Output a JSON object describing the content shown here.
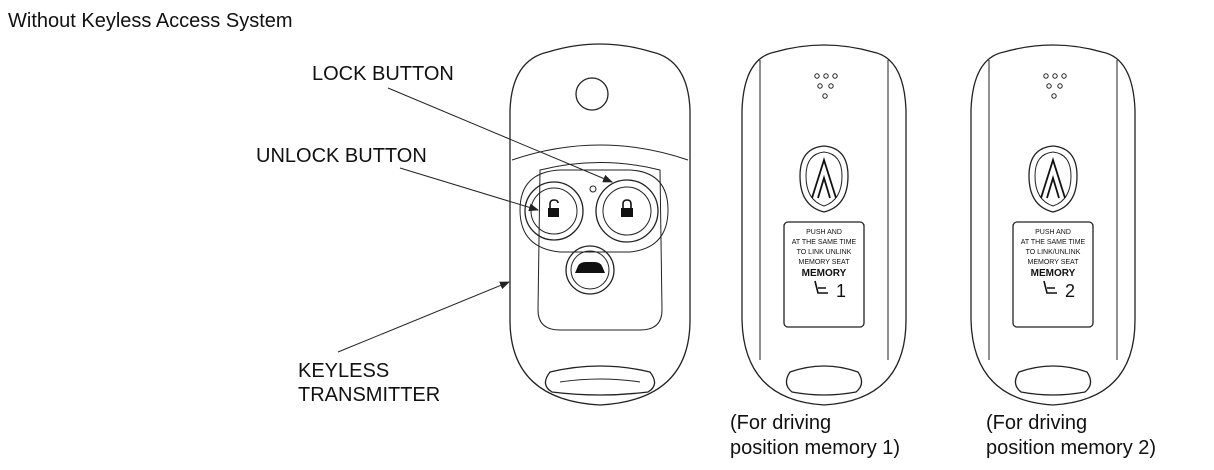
{
  "title": "Without Keyless Access System",
  "callouts": {
    "lock_button": "LOCK BUTTON",
    "unlock_button": "UNLOCK BUTTON",
    "keyless_line1": "KEYLESS",
    "keyless_line2": "TRANSMITTER"
  },
  "back_panels": [
    {
      "label_line1": "PUSH",
      "label_line1b": "AND",
      "label_line2": "AT THE SAME TIME",
      "label_line3": "TO LINK UNLINK",
      "label_line4": "MEMORY SEAT",
      "memory_title": "MEMORY",
      "memory_number": "1",
      "caption_line1": "(For driving",
      "caption_line2": "position memory 1)"
    },
    {
      "label_line1": "PUSH",
      "label_line1b": "AND",
      "label_line2": "AT THE SAME TIME",
      "label_line3": "TO LINK/UNLINK",
      "label_line4": "MEMORY SEAT",
      "memory_title": "MEMORY",
      "memory_number": "2",
      "caption_line1": "(For driving",
      "caption_line2": "position memory 2)"
    }
  ],
  "icons": [
    "unlock-icon",
    "lock-icon",
    "trunk-icon",
    "acura-logo",
    "seat-icon",
    "led-icon",
    "speaker-holes"
  ]
}
